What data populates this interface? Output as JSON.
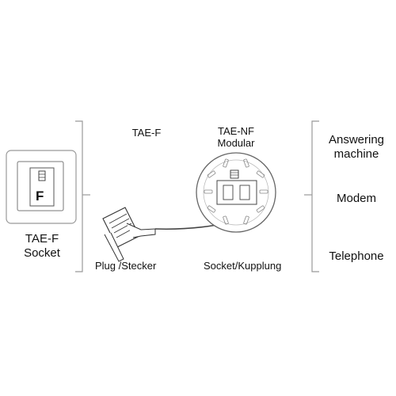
{
  "wall_socket": {
    "letter": "F",
    "label_line1": "TAE-F",
    "label_line2": "Socket"
  },
  "plug": {
    "title": "TAE-F",
    "caption": "Plug /Stecker"
  },
  "coupler": {
    "title_line1": "TAE-NF",
    "title_line2": "Modular",
    "caption": "Socket/Kupplung"
  },
  "devices": [
    {
      "label_line1": "Answering",
      "label_line2": "machine"
    },
    {
      "label_line1": "Modem"
    },
    {
      "label_line1": "Telephone"
    }
  ],
  "colors": {
    "line": "#888888",
    "text": "#111111",
    "frame": "#999999"
  }
}
